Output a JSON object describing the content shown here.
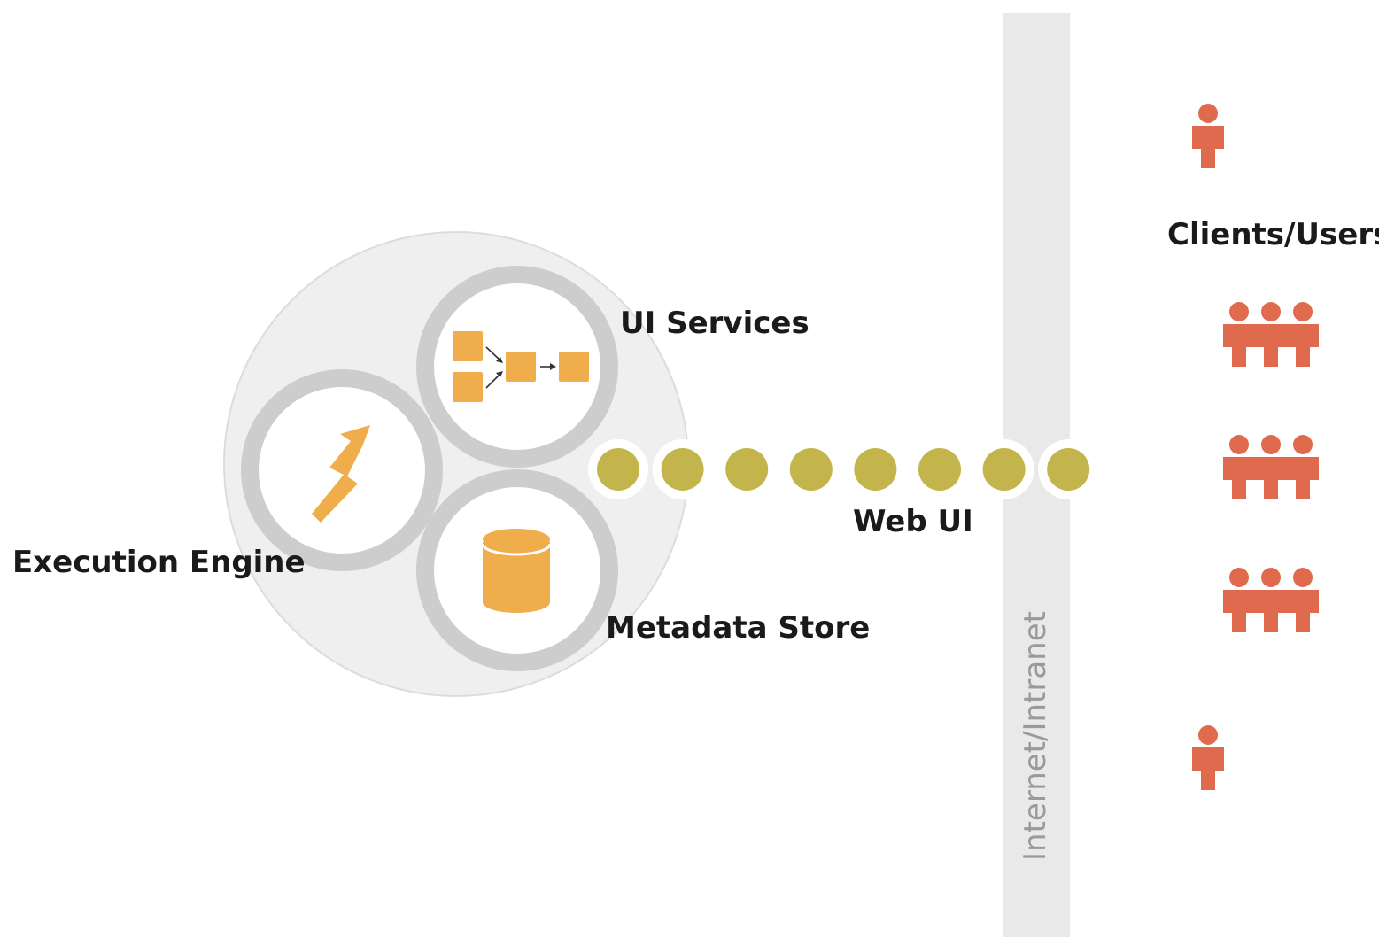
{
  "labels": {
    "ui_services": "UI Services",
    "execution_engine": "Execution Engine",
    "metadata_store": "Metadata Store",
    "web_ui": "Web UI",
    "network": "Internet/Intranet",
    "clients": "Clients/Users"
  },
  "icons": {
    "workflow": "workflow-icon",
    "execution": "lightning-bolt-icon",
    "metadata": "database-cylinder-icon",
    "single_user": "person-icon",
    "user_group": "people-group-icon"
  },
  "colors": {
    "background": "#ffffff",
    "outer_circle": "#efefef",
    "outer_circle_stroke": "#d9d9d9",
    "ring": "#cdcdcd",
    "component_accent": "#f0ad4c",
    "connector_dot": "#c3b44b",
    "network_band": "#e9e9e9",
    "network_text": "#9a9a9a",
    "user": "#e06a4e",
    "text": "#1a1a1a"
  },
  "counts": {
    "connector_dots": 8,
    "user_rows": [
      "single",
      "group",
      "group",
      "group",
      "single"
    ]
  }
}
